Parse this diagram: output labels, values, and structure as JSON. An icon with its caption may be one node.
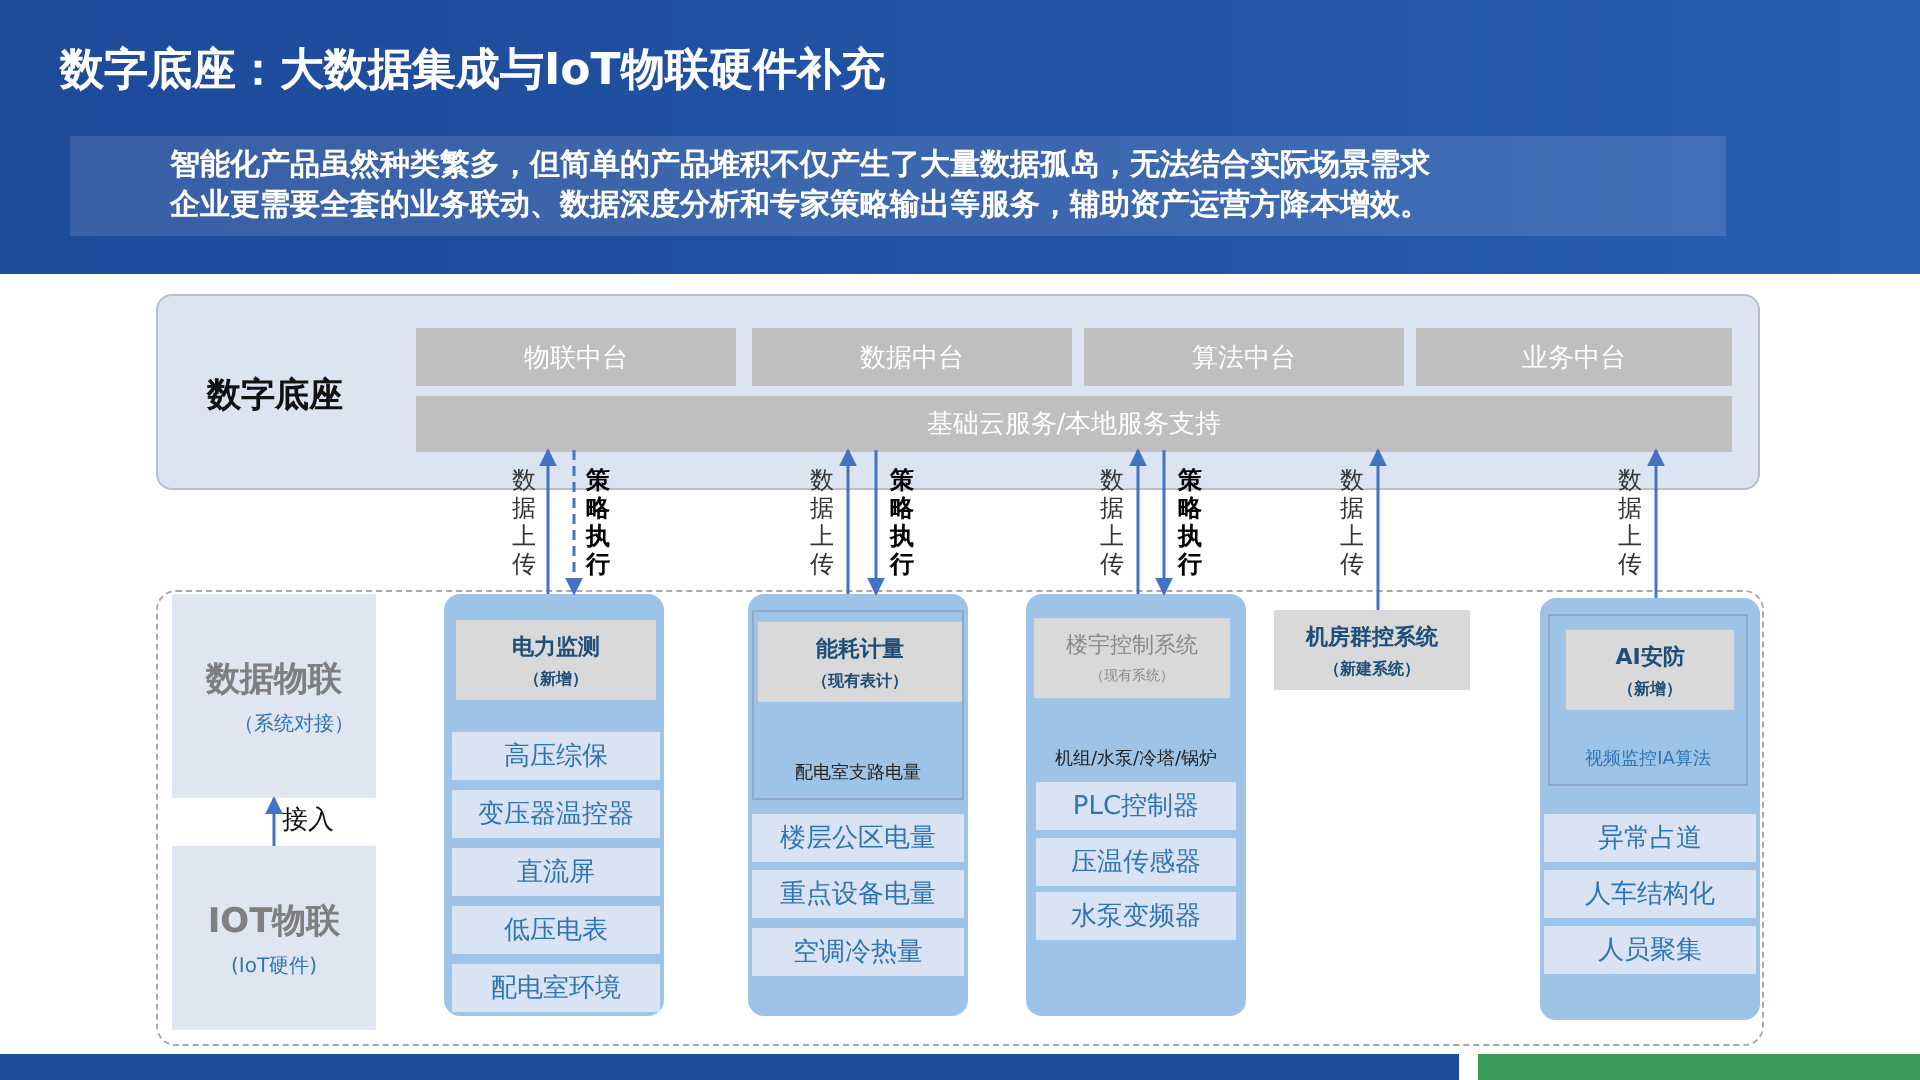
{
  "diagram": {
    "title": "数字底座：大数据集成与IoT物联硬件补充",
    "nodes": [
      {
        "text": [
          "数字底座"
        ]
      },
      {
        "text": [
          "物联中台"
        ],
        "in": 0
      },
      {
        "text": [
          "数据中台"
        ],
        "in": 0
      },
      {
        "text": [
          "算法中台"
        ],
        "in": 0
      },
      {
        "text": [
          "业务中台"
        ],
        "in": 0
      },
      {
        "text": [
          "基础云服务/本地服务支持"
        ],
        "in": 0
      },
      {
        "text": [
          "数据物联",
          "（系统对接）"
        ]
      },
      {
        "text": [
          "IOT物联",
          "(IoT硬件)"
        ]
      },
      {
        "text": [],
        "shape": "box"
      },
      {
        "text": [
          "电力监测",
          "（新增）"
        ],
        "in": 8
      },
      {
        "text": [
          "高压综保"
        ],
        "in": 8
      },
      {
        "text": [
          "变压器温控器"
        ],
        "in": 8
      },
      {
        "text": [
          "直流屏"
        ],
        "in": 8
      },
      {
        "text": [
          "低压电表"
        ],
        "in": 8
      },
      {
        "text": [
          "配电室环境"
        ],
        "in": 8
      },
      {
        "text": [],
        "shape": "box"
      },
      {
        "text": [
          "配电室支路电量"
        ],
        "in": 15
      },
      {
        "text": [
          "能耗计量",
          "（现有表计）"
        ],
        "in": 16
      },
      {
        "text": [
          "楼层公区电量"
        ],
        "in": 15
      },
      {
        "text": [
          "重点设备电量"
        ],
        "in": 15
      },
      {
        "text": [
          "空调冷热量"
        ],
        "in": 15
      },
      {
        "text": [
          "机组/水泵/冷塔/锅炉"
        ]
      },
      {
        "text": [
          "楼宇控制系统",
          "（现有系统）"
        ],
        "in": 21
      },
      {
        "text": [
          "PLC控制器"
        ],
        "in": 21
      },
      {
        "text": [
          "压温传感器"
        ],
        "in": 21
      },
      {
        "text": [
          "水泵变频器"
        ],
        "in": 21
      },
      {
        "text": [
          "机房群控系统",
          "（新建系统）"
        ]
      },
      {
        "text": [],
        "shape": "box"
      },
      {
        "text": [
          "视频监控IA算法"
        ],
        "in": 27
      },
      {
        "text": [
          "AI安防",
          "（新增）"
        ],
        "in": 28
      },
      {
        "text": [
          "异常占道"
        ],
        "in": 27
      },
      {
        "text": [
          "人车结构化"
        ],
        "in": 27
      },
      {
        "text": [
          "人员聚集"
        ],
        "in": 27
      }
    ],
    "edges": [
      {
        "from": 7,
        "to": 6,
        "arrow": "to",
        "label": "接入"
      },
      {
        "from": 8,
        "to": 5,
        "arrow": "to",
        "label": "数据上传"
      },
      {
        "from": 5,
        "to": 8,
        "arrow": "to",
        "label": "策略执行",
        "style": "dashed"
      },
      {
        "from": 15,
        "to": 5,
        "arrow": "to",
        "label": "数据上传"
      },
      {
        "from": 5,
        "to": 15,
        "arrow": "to",
        "label": "策略执行"
      },
      {
        "from": 21,
        "to": 5,
        "arrow": "to",
        "label": "数据上传"
      },
      {
        "from": 5,
        "to": 21,
        "arrow": "to",
        "label": "策略执行"
      },
      {
        "from": 26,
        "to": 5,
        "arrow": "to",
        "label": "数据上传"
      },
      {
        "from": 27,
        "to": 5,
        "arrow": "to",
        "label": "数据上传"
      }
    ],
    "labels": [
      "智能化产品虽然种类繁多，但简单的产品堆积不仅产生了大量数据孤岛，无法结合实际场景需求",
      "企业更需要全套的业务联动、数据深度分析和专家策略输出等服务，辅助资产运营方降本增效。"
    ]
  }
}
